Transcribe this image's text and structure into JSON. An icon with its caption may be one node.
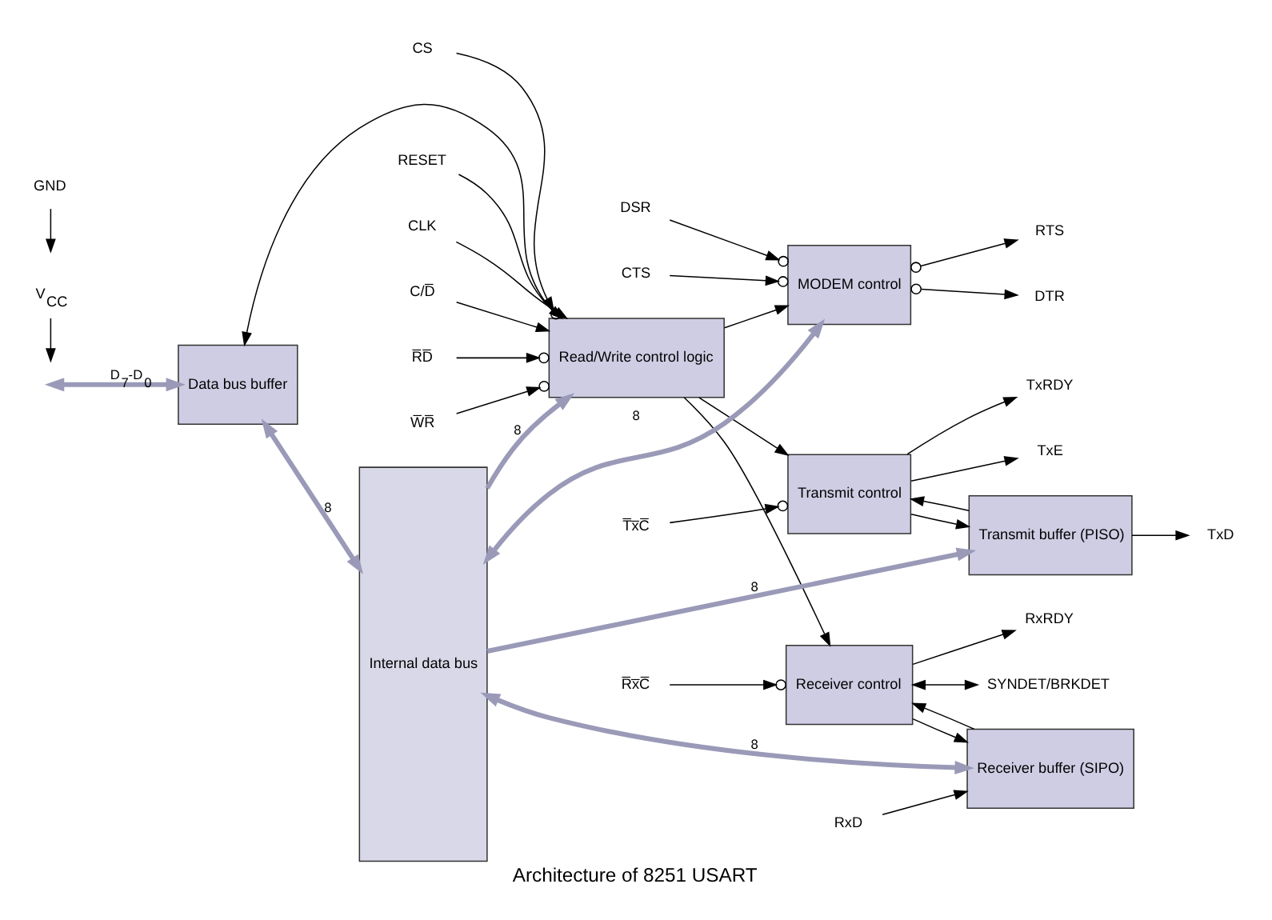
{
  "diagram": {
    "caption": "Architecture of 8251 USART",
    "nodes": [
      {
        "text": [
          "Data bus buffer"
        ]
      },
      {
        "text": [
          "Read/Write control logic"
        ]
      },
      {
        "text": [
          "MODEM control"
        ]
      },
      {
        "text": [
          "Internal data bus"
        ]
      },
      {
        "text": [
          "Transmit buffer (PISO)"
        ]
      },
      {
        "text": [
          "Transmit control"
        ]
      },
      {
        "text": [
          "Receiver buffer (SIPO)"
        ]
      },
      {
        "text": [
          "Receiver control"
        ]
      },
      {
        "text": [
          "RESET"
        ]
      },
      {
        "text": [
          "CLK"
        ]
      },
      {
        "text": [
          "C/D̅"
        ]
      },
      {
        "text": [
          "R̅D̅"
        ]
      },
      {
        "text": [
          "W̅R̅"
        ]
      },
      {
        "text": [
          "CS"
        ]
      },
      {
        "text": [
          "DSR"
        ]
      },
      {
        "text": [
          "DTR"
        ]
      },
      {
        "text": [
          "RTS"
        ]
      },
      {
        "text": [
          "CTS"
        ]
      },
      {
        "text": [
          "V$_{CC}$"
        ]
      },
      {
        "text": [
          "GND"
        ]
      },
      {
        "text": [
          "TxD"
        ]
      },
      {
        "text": [
          "TxRDY"
        ]
      },
      {
        "text": [
          "TxE"
        ]
      },
      {
        "text": [
          "T̅x̅C̅"
        ]
      },
      {
        "text": [
          "RxD"
        ]
      },
      {
        "text": [
          "RxRDY"
        ]
      },
      {
        "text": [
          "R̅x̅C̅"
        ]
      },
      {
        "text": [
          "SYNDET/BRKDET"
        ]
      }
    ],
    "edges": [
      {
        "from": null,
        "to": 0,
        "arrow": "both",
        "label": "D$_{7}$-D$_{0}$",
        "style": "thick",
        "color": "#9a9ab8"
      },
      {
        "from": 0,
        "to": 3,
        "arrow": "both",
        "label": "8",
        "style": "thick",
        "color": "#9a9ab8"
      },
      {
        "from": 3,
        "to": 4,
        "arrow": "to",
        "label": "8",
        "style": "thick",
        "color": "#9a9ab8"
      },
      {
        "from": 1,
        "to": 0,
        "arrow": "to"
      },
      {
        "from": 8,
        "to": 1,
        "arrow": "to"
      },
      {
        "from": 9,
        "to": 1,
        "arrow": "to"
      },
      {
        "from": 10,
        "to": 1,
        "arrow": "to"
      },
      {
        "from": 11,
        "to": 1,
        "arrow": "to"
      },
      {
        "from": 12,
        "to": 1,
        "arrow": "to"
      },
      {
        "from": 13,
        "to": 1,
        "arrow": "to"
      },
      {
        "from": 3,
        "to": 1,
        "arrow": "to",
        "label": "8",
        "style": "thick",
        "color": "#9a9ab8"
      },
      {
        "from": 1,
        "to": 2,
        "arrow": "to"
      },
      {
        "from": 1,
        "to": 5,
        "arrow": "to"
      },
      {
        "from": 1,
        "to": 7,
        "arrow": "to"
      },
      {
        "from": 14,
        "to": 2,
        "arrow": "to"
      },
      {
        "from": 2,
        "to": 15,
        "arrow": "to"
      },
      {
        "from": 2,
        "to": 16,
        "arrow": "to"
      },
      {
        "from": 17,
        "to": 2,
        "arrow": "to"
      },
      {
        "from": 2,
        "to": 3,
        "arrow": "both",
        "label": "8",
        "style": "thick",
        "color": "#9a9ab8"
      },
      {
        "from": 18,
        "to": null,
        "arrow": "to"
      },
      {
        "from": 19,
        "to": null,
        "arrow": "to"
      },
      {
        "from": 4,
        "to": 20,
        "arrow": "to"
      },
      {
        "from": 5,
        "to": 4,
        "arrow": "to"
      },
      {
        "from": 4,
        "to": 5,
        "arrow": "to"
      },
      {
        "from": 5,
        "to": 21,
        "arrow": "to"
      },
      {
        "from": 5,
        "to": 22,
        "arrow": "to"
      },
      {
        "from": 23,
        "to": 5,
        "arrow": "to"
      },
      {
        "from": 3,
        "to": 6,
        "arrow": "both",
        "label": "8",
        "style": "thick",
        "color": "#9a9ab8"
      },
      {
        "from": 24,
        "to": 6,
        "arrow": "to"
      },
      {
        "from": 7,
        "to": 6,
        "arrow": "to"
      },
      {
        "from": 6,
        "to": 7,
        "arrow": "to"
      },
      {
        "from": 7,
        "to": 25,
        "arrow": "to"
      },
      {
        "from": 26,
        "to": 7,
        "arrow": "to"
      },
      {
        "from": 7,
        "to": 27,
        "arrow": "both"
      }
    ]
  }
}
